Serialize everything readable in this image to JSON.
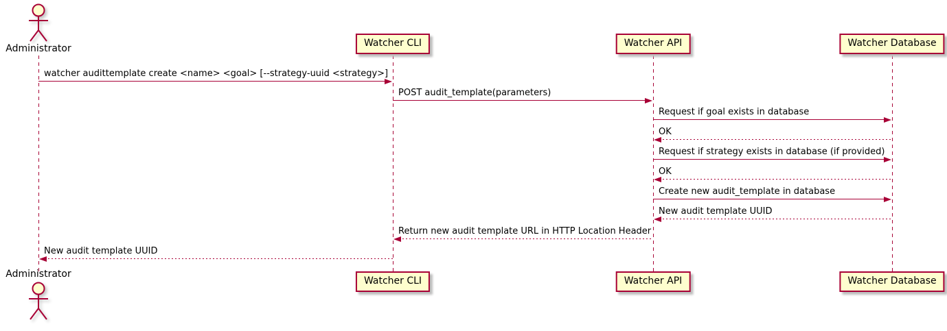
{
  "diagram": {
    "type": "sequence",
    "colors": {
      "participant_fill": "#FEFECE",
      "line": "#A80036",
      "text": "#000000",
      "shadow": "#BDBDBD"
    },
    "actor": {
      "name": "Administrator"
    },
    "participants": [
      {
        "name": "Watcher CLI"
      },
      {
        "name": "Watcher API"
      },
      {
        "name": "Watcher Database"
      }
    ],
    "messages": [
      {
        "from": "Administrator",
        "to": "Watcher CLI",
        "text": "watcher audittemplate create <name> <goal> [--strategy-uuid <strategy>]",
        "line": "solid"
      },
      {
        "from": "Watcher CLI",
        "to": "Watcher API",
        "text": "POST audit_template(parameters)",
        "line": "solid"
      },
      {
        "from": "Watcher API",
        "to": "Watcher Database",
        "text": "Request if goal exists in database",
        "line": "solid"
      },
      {
        "from": "Watcher Database",
        "to": "Watcher API",
        "text": "OK",
        "line": "dashed"
      },
      {
        "from": "Watcher API",
        "to": "Watcher Database",
        "text": "Request if strategy exists in database (if provided)",
        "line": "solid"
      },
      {
        "from": "Watcher Database",
        "to": "Watcher API",
        "text": "OK",
        "line": "dashed"
      },
      {
        "from": "Watcher API",
        "to": "Watcher Database",
        "text": "Create new audit_template in database",
        "line": "solid"
      },
      {
        "from": "Watcher Database",
        "to": "Watcher API",
        "text": "New audit template UUID",
        "line": "dashed"
      },
      {
        "from": "Watcher API",
        "to": "Watcher CLI",
        "text": "Return new audit template URL in HTTP Location Header",
        "line": "dashed"
      },
      {
        "from": "Watcher CLI",
        "to": "Administrator",
        "text": "New audit template UUID",
        "line": "dashed"
      }
    ]
  }
}
